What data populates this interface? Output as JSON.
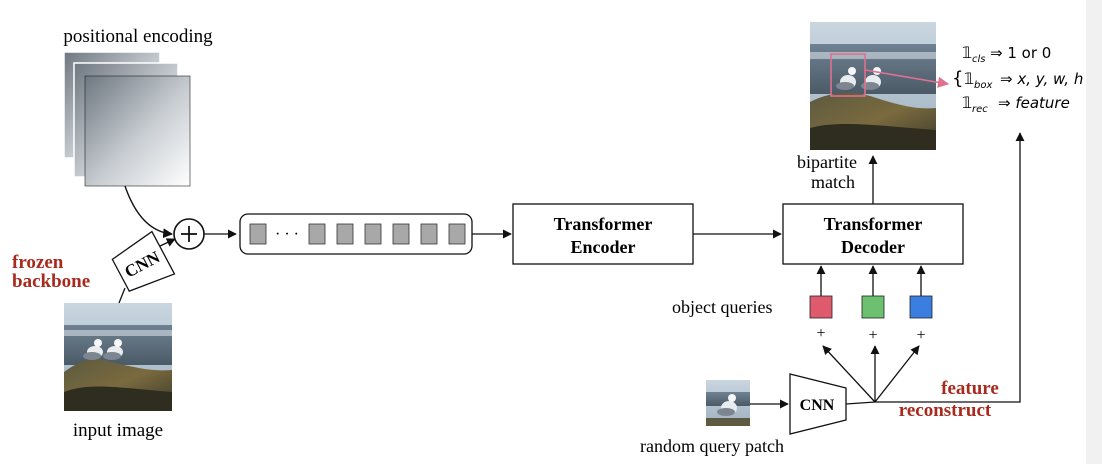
{
  "labels": {
    "positional_encoding": "positional encoding",
    "frozen_line1": "frozen",
    "frozen_line2": "backbone",
    "cnn": "CNN",
    "input_image": "input image",
    "dots": "· · ·",
    "encoder_line1": "Transformer",
    "encoder_line2": "Encoder",
    "decoder_line1": "Transformer",
    "decoder_line2": "Decoder",
    "bipartite_line1": "bipartite",
    "bipartite_line2": "match",
    "object_queries": "object queries",
    "plus": "+",
    "cnn_query": "CNN",
    "random_query_patch": "random query patch",
    "feature_line1": "feature",
    "feature_line2": "reconstruct"
  },
  "loss": {
    "brace": "{",
    "cls_symbol": "𝟙",
    "cls_sub": "cls",
    "cls_value": "⇒ 1 or 0",
    "box_symbol": "𝟙",
    "box_sub": "box",
    "box_value": "⇒ x, y, w, h",
    "rec_symbol": "𝟙",
    "rec_sub": "rec",
    "rec_value": "⇒ feature"
  },
  "colors": {
    "accent_red": "#a82a1e",
    "query_red": "#e05a6e",
    "query_green": "#6cc070",
    "query_blue": "#3a7fe0",
    "token_gray": "#a8a8a8",
    "pink_line": "#e07090"
  },
  "icons": {
    "plus_circle": "circled-plus-icon"
  }
}
